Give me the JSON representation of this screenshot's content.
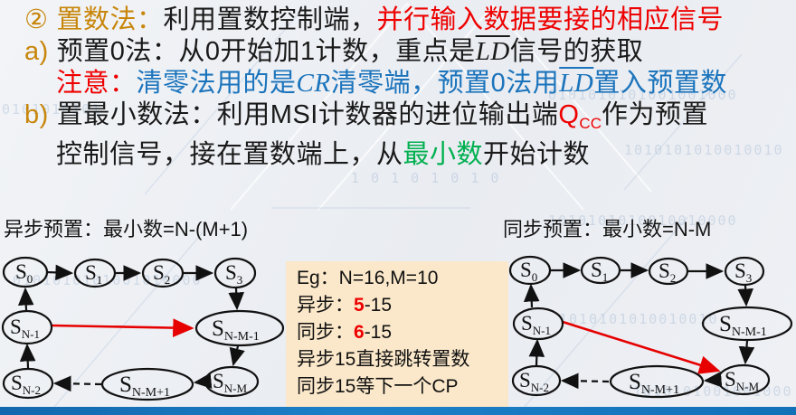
{
  "colors": {
    "accent_orange": "#c8860b",
    "highlight_red": "#ee0000",
    "note_blue": "#1b74bc",
    "highlight_green": "#00b050",
    "example_box_bg": "#fbe8ca",
    "bottom_bar_blue": "#1371b8",
    "jump_arrow_red": "#e60000"
  },
  "content": {
    "line1": {
      "marker": "②",
      "title": "置数法：",
      "mid": "利用置数控制端，",
      "highlight": "并行输入数据要接的相应信号"
    },
    "line2": {
      "marker": "a)",
      "pre": "预置0法：从0开始加1计数，重点是",
      "var1": "LD",
      "post": "信号的获取"
    },
    "line3": {
      "label": "注意：",
      "blue1": "清零法用的是",
      "var1": "CR",
      "blue2": "清零端，预置0法用",
      "var2": "LD",
      "blue3": "置入预置数"
    },
    "line4": {
      "marker": "b)",
      "pre": "置最小数法：利用MSI计数器的进位输出端",
      "q": "Q",
      "qsub": "CC",
      "post": "作为预置"
    },
    "line5": {
      "pre": "控制信号，接在置数端上，从",
      "green": "最小数",
      "post": "开始计数"
    }
  },
  "diagrams": {
    "left": {
      "title": "异步预置：最小数=N-(M+1)",
      "nodes": [
        {
          "main": "S",
          "sub": "0"
        },
        {
          "main": "S",
          "sub": "1"
        },
        {
          "main": "S",
          "sub": "2"
        },
        {
          "main": "S",
          "sub": "3"
        },
        {
          "main": "S",
          "sub": "N-1"
        },
        {
          "main": "S",
          "sub": "N-M-1"
        },
        {
          "main": "S",
          "sub": "N-2"
        },
        {
          "main": "S",
          "sub": "N-M+1"
        },
        {
          "main": "S",
          "sub": "N-M"
        }
      ]
    },
    "right": {
      "title": "同步预置：最小数=N-M",
      "nodes": [
        {
          "main": "S",
          "sub": "0"
        },
        {
          "main": "S",
          "sub": "1"
        },
        {
          "main": "S",
          "sub": "2"
        },
        {
          "main": "S",
          "sub": "3"
        },
        {
          "main": "S",
          "sub": "N-1"
        },
        {
          "main": "S",
          "sub": "N-M-1"
        },
        {
          "main": "S",
          "sub": "N-2"
        },
        {
          "main": "S",
          "sub": "N-M+1"
        },
        {
          "main": "S",
          "sub": "N-M"
        }
      ]
    }
  },
  "example_box": {
    "line1": "Eg：N=16,M=10",
    "line2": {
      "pre": "异步：",
      "num": "5",
      "post": "-15"
    },
    "line3": {
      "pre": "同步：",
      "num": "6",
      "post": "-15"
    },
    "line4": "异步15直接跳转置数",
    "line5": "同步15等下一个CP"
  },
  "watermark": {
    "lines": [
      "0101010101001001000",
      "0101010101",
      "1010101010010010",
      "1 0 1 0 1 0 1 0",
      "1010101010010010000",
      "0101010101001010000",
      "1010101010010010",
      "1010101001001000"
    ]
  }
}
